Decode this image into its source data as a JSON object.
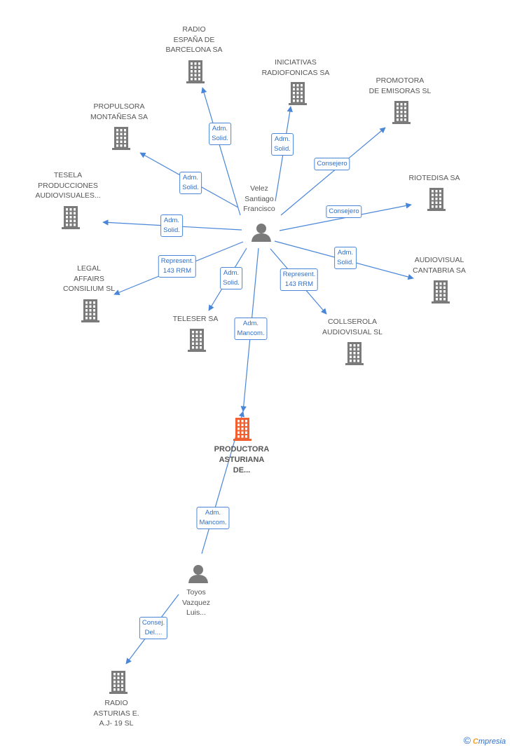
{
  "colors": {
    "edge": "#4a86d8",
    "building": "#7a7a7a",
    "building_main": "#f06030",
    "person": "#7a7a7a",
    "text": "#555555",
    "edge_text": "#2f6fc7"
  },
  "nodes": {
    "radio_espana": {
      "lines": [
        "RADIO",
        "ESPAÑA DE",
        "BARCELONA SA"
      ],
      "icon": "building-icon"
    },
    "iniciativas": {
      "lines": [
        "INICIATIVAS",
        "RADIOFONICAS SA"
      ],
      "icon": "building-icon"
    },
    "promotora": {
      "lines": [
        "PROMOTORA",
        "DE EMISORAS SL"
      ],
      "icon": "building-icon"
    },
    "propulsora": {
      "lines": [
        "PROPULSORA",
        "MONTAÑESA SA"
      ],
      "icon": "building-icon"
    },
    "riotedisa": {
      "lines": [
        "RIOTEDISA SA"
      ],
      "icon": "building-icon"
    },
    "tesela": {
      "lines": [
        "TESELA",
        "PRODUCCIONES",
        "AUDIOVISUALES..."
      ],
      "icon": "building-icon"
    },
    "audiovisual_cantabria": {
      "lines": [
        "AUDIOVISUAL",
        "CANTABRIA SA"
      ],
      "icon": "building-icon"
    },
    "legal_affairs": {
      "lines": [
        "LEGAL",
        "AFFAIRS",
        "CONSILIUM SL"
      ],
      "icon": "building-icon"
    },
    "teleser": {
      "lines": [
        "TELESER SA"
      ],
      "icon": "building-icon"
    },
    "collserola": {
      "lines": [
        "COLLSEROLA",
        "AUDIOVISUAL SL"
      ],
      "icon": "building-icon"
    },
    "productora": {
      "lines": [
        "PRODUCTORA",
        "ASTURIANA",
        "DE..."
      ],
      "icon": "building-icon"
    },
    "radio_asturias": {
      "lines": [
        "RADIO",
        "ASTURIAS E.",
        "A.J- 19 SL"
      ],
      "icon": "building-icon"
    },
    "velez": {
      "lines": [
        "Velez",
        "Santiago",
        "Francisco"
      ],
      "icon": "person-icon"
    },
    "toyos": {
      "lines": [
        "Toyos",
        "Vazquez",
        "Luis..."
      ],
      "icon": "person-icon"
    }
  },
  "edges": [
    {
      "from": "velez",
      "to": "radio_espana",
      "label": [
        "Adm.",
        "Solid."
      ]
    },
    {
      "from": "velez",
      "to": "iniciativas",
      "label": [
        "Adm.",
        "Solid."
      ]
    },
    {
      "from": "velez",
      "to": "promotora",
      "label": [
        "Consejero"
      ]
    },
    {
      "from": "velez",
      "to": "propulsora",
      "label": [
        "Adm.",
        "Solid."
      ]
    },
    {
      "from": "velez",
      "to": "riotedisa",
      "label": [
        "Consejero"
      ]
    },
    {
      "from": "velez",
      "to": "tesela",
      "label": [
        "Adm.",
        "Solid."
      ]
    },
    {
      "from": "velez",
      "to": "audiovisual_cantabria",
      "label": [
        "Adm.",
        "Solid."
      ]
    },
    {
      "from": "velez",
      "to": "legal_affairs",
      "label": [
        "Represent.",
        "143 RRM"
      ]
    },
    {
      "from": "velez",
      "to": "teleser",
      "label": [
        "Adm.",
        "Solid."
      ]
    },
    {
      "from": "velez",
      "to": "collserola",
      "label": [
        "Represent.",
        "143 RRM"
      ]
    },
    {
      "from": "velez",
      "to": "productora",
      "label": [
        "Adm.",
        "Mancom."
      ]
    },
    {
      "from": "toyos",
      "to": "productora",
      "label": [
        "Adm.",
        "Mancom."
      ]
    },
    {
      "from": "toyos",
      "to": "radio_asturias",
      "label": [
        "Consej.",
        "Del...."
      ]
    }
  ],
  "brand": {
    "copyright": "©",
    "first_letter": "C",
    "rest": "mpresia"
  }
}
